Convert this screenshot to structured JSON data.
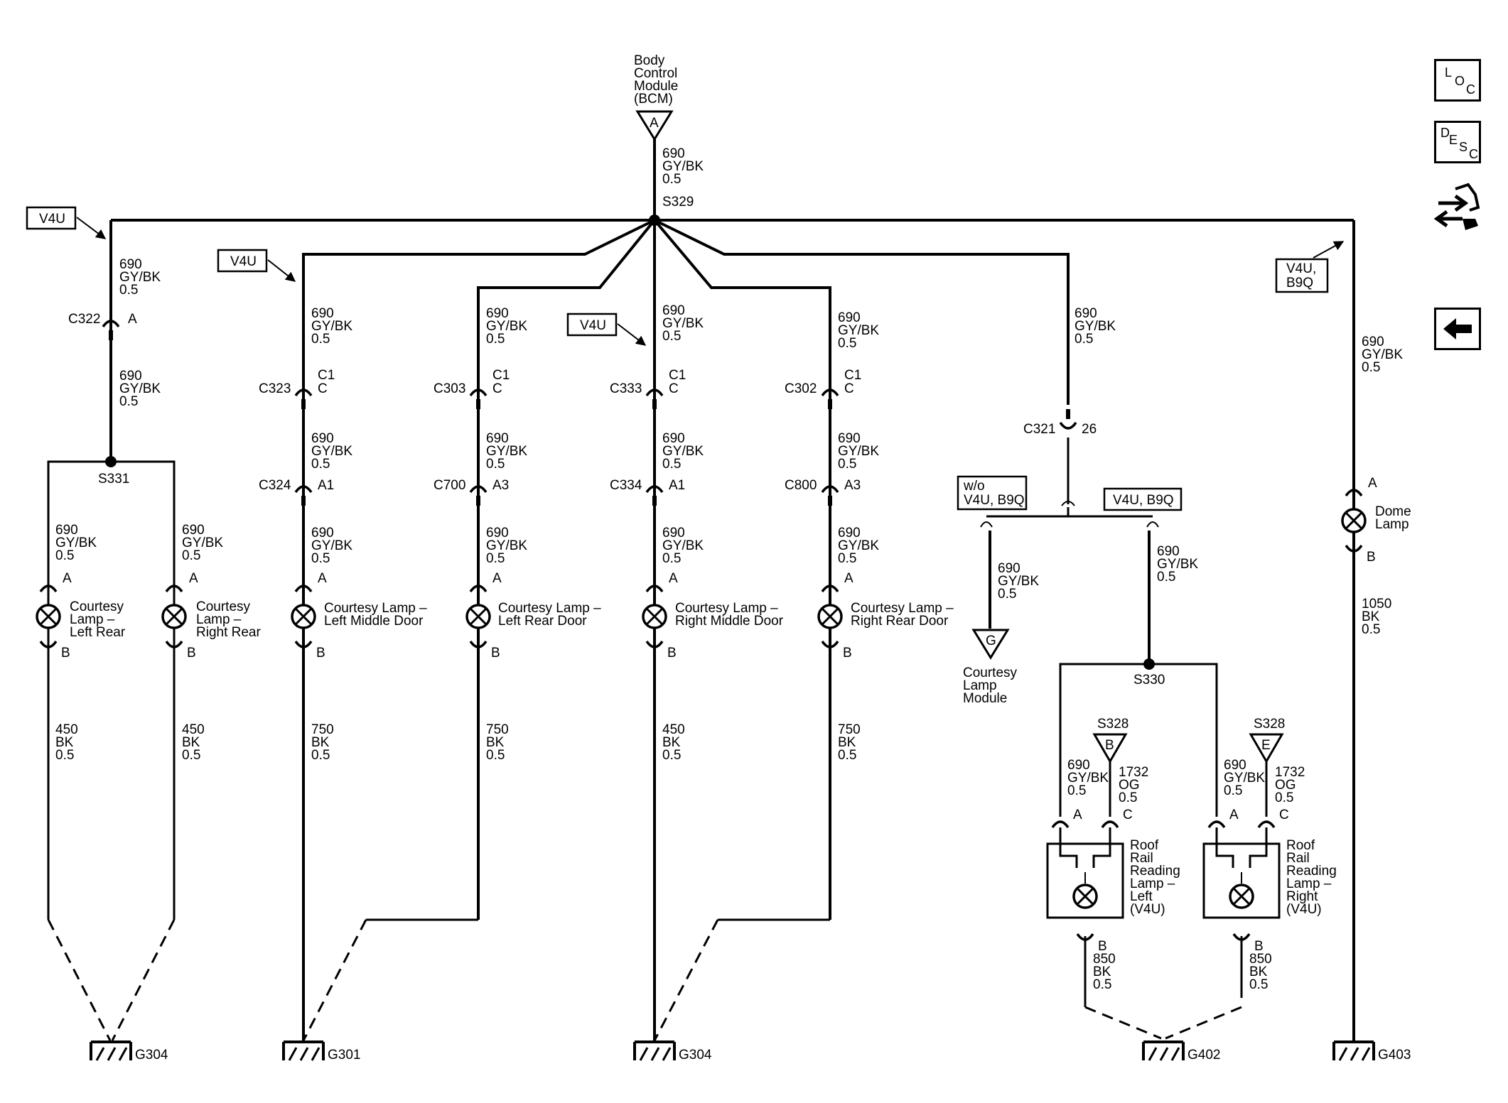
{
  "nav": {
    "loc_letters": [
      "L",
      "O",
      "C"
    ],
    "desc_letters": [
      "D",
      "E",
      "S",
      "C"
    ],
    "back_icon": "left-arrow-icon",
    "swap_icon": "wiring-swap-icon"
  },
  "bcm": {
    "lines": [
      "Body",
      "Control",
      "Module",
      "(BCM)"
    ],
    "pin": "A"
  },
  "wire": {
    "c1": "690",
    "c2": "GY/BK",
    "c3": "0.5"
  },
  "splice": {
    "s329": "S329",
    "s331": "S331",
    "s330": "S330",
    "s328": "S328"
  },
  "options": {
    "v4u": "V4U",
    "v4u_b9q_l1": "V4U,",
    "v4u_b9q_l2": "B9Q",
    "wo_l1": "w/o",
    "wo_l2": "V4U, B9Q",
    "v4u_b9q": "V4U, B9Q"
  },
  "connectors": {
    "c322": "C322",
    "c323": "C323",
    "c303": "C303",
    "c333": "C333",
    "c302": "C302",
    "c324": "C324",
    "c700": "C700",
    "c334": "C334",
    "c800": "C800",
    "c321": "C321",
    "pin_a": "A",
    "pin_b": "B",
    "pin_c": "C",
    "pin_c1": "C1",
    "pin_a1": "A1",
    "pin_a3": "A3",
    "pin_26": "26",
    "pin_g": "G",
    "pin_e": "E"
  },
  "lamps": {
    "lr": [
      "Courtesy",
      "Lamp –",
      "Left Rear"
    ],
    "rr": [
      "Courtesy",
      "Lamp –",
      "Right Rear"
    ],
    "lmd": [
      "Courtesy Lamp –",
      "Left Middle Door"
    ],
    "lrd": [
      "Courtesy Lamp –",
      "Left Rear Door"
    ],
    "rmd": [
      "Courtesy Lamp –",
      "Right Middle Door"
    ],
    "rrd": [
      "Courtesy Lamp –",
      "Right Rear Door"
    ],
    "dome": [
      "Dome",
      "Lamp"
    ],
    "clm": [
      "Courtesy",
      "Lamp",
      "Module"
    ],
    "rrl_left": [
      "Roof",
      "Rail",
      "Reading",
      "Lamp –",
      "Left",
      "(V4U)"
    ],
    "rrl_right": [
      "Roof",
      "Rail",
      "Reading",
      "Lamp –",
      "Right",
      "(V4U)"
    ]
  },
  "ground_wires": {
    "w450": [
      "450",
      "BK",
      "0.5"
    ],
    "w750": [
      "750",
      "BK",
      "0.5"
    ],
    "w1050": [
      "1050",
      "BK",
      "0.5"
    ],
    "w850": [
      "850",
      "BK",
      "0.5"
    ],
    "w1732": [
      "1732",
      "OG",
      "0.5"
    ]
  },
  "grounds": {
    "g304": "G304",
    "g301": "G301",
    "g402": "G402",
    "g403": "G403"
  }
}
